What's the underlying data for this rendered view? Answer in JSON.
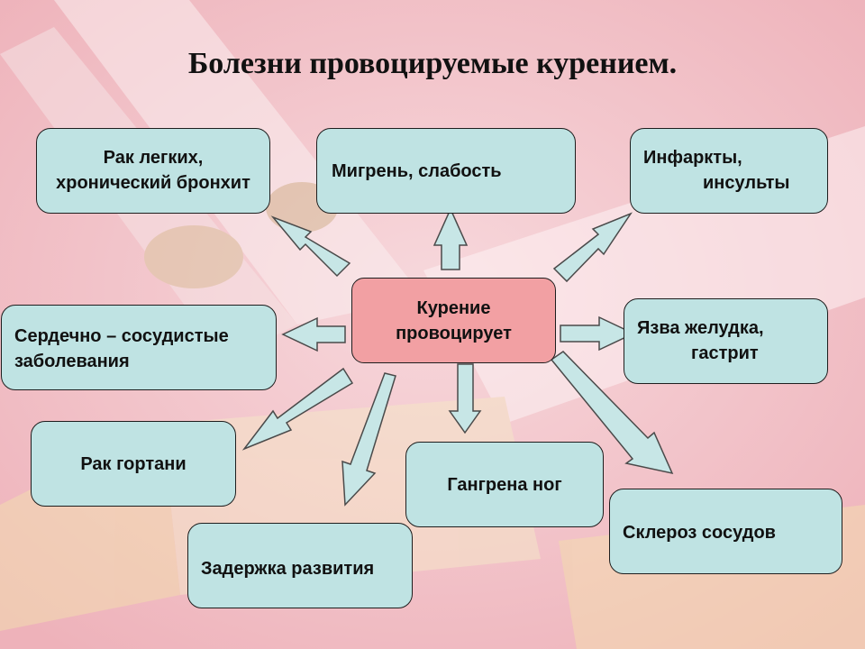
{
  "title": "Болезни провоцируемые курением.",
  "center": {
    "line1": "Курение",
    "line2": "провоцирует"
  },
  "nodes": {
    "lung_cancer": {
      "line1": "Рак легких,",
      "line2": "хронический бронхит"
    },
    "migraine": {
      "line1": "Мигрень, слабость"
    },
    "heart_attack": {
      "line1": "Инфаркты,",
      "line2": "инсульты"
    },
    "cardiovascular": {
      "line1": "Сердечно – сосудистые",
      "line2": "заболевания"
    },
    "ulcer": {
      "line1": "Язва желудка,",
      "line2": "гастрит"
    },
    "larynx_cancer": {
      "line1": "Рак гортани"
    },
    "gangrene": {
      "line1": "Гангрена ног"
    },
    "development": {
      "line1": "Задержка развития"
    },
    "sclerosis": {
      "line1": "Склероз сосудов"
    }
  },
  "colors": {
    "node_fill": "#bfe3e3",
    "center_fill": "#f2a0a3",
    "arrow_fill": "#c7e6e6",
    "background": "#f3c6cc"
  }
}
